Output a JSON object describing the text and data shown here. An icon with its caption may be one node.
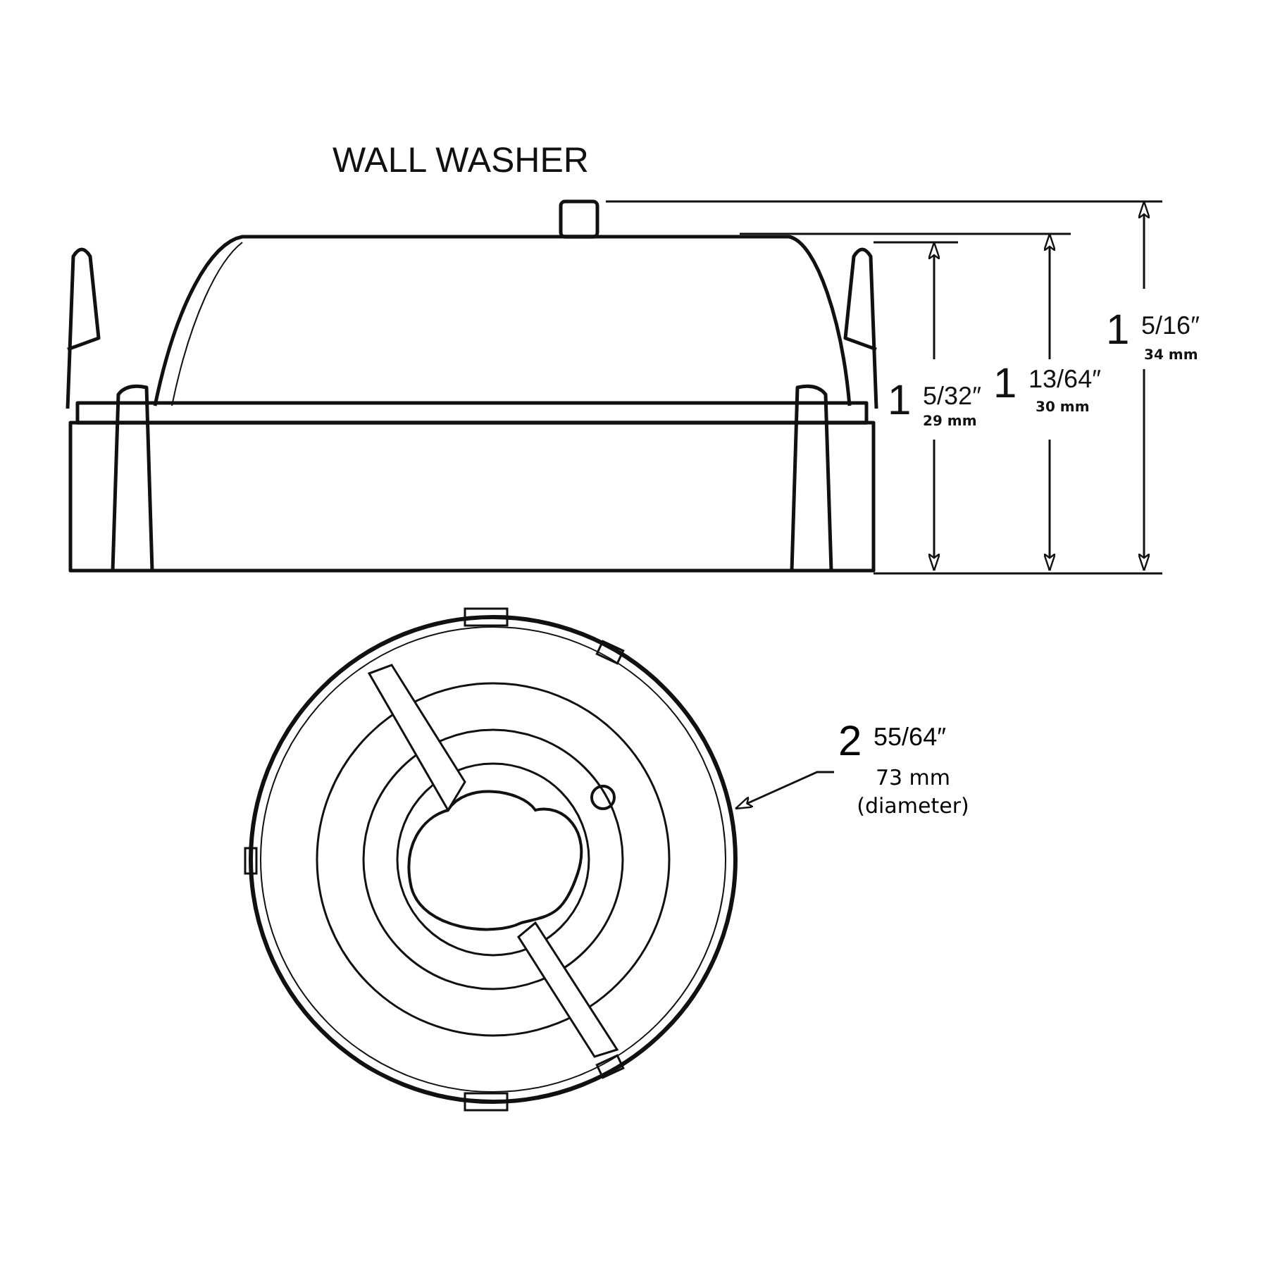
{
  "diagram": {
    "title": "WALL WASHER",
    "nodes": [
      {
        "text": [
          "2 $^{55/64″}$",
          "73 mm (diameter)"
        ]
      },
      {
        "text": [],
        "shape": "circle"
      }
    ],
    "edges": [
      {
        "from": 0,
        "to": 1,
        "arrow": "to"
      }
    ],
    "labels": [
      "1 $^{5/32″}$",
      "29 mm",
      "1 $^{13/64″}$",
      "30 mm",
      "1 $^{5/16″}$",
      "34 mm"
    ]
  }
}
